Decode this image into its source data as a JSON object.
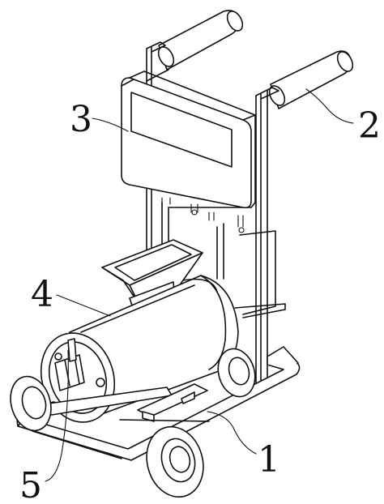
{
  "labels": {
    "cart_frame": "1",
    "handle": "2",
    "control_box": "3",
    "drum_body": "4",
    "drum_end_fitting": "5"
  }
}
